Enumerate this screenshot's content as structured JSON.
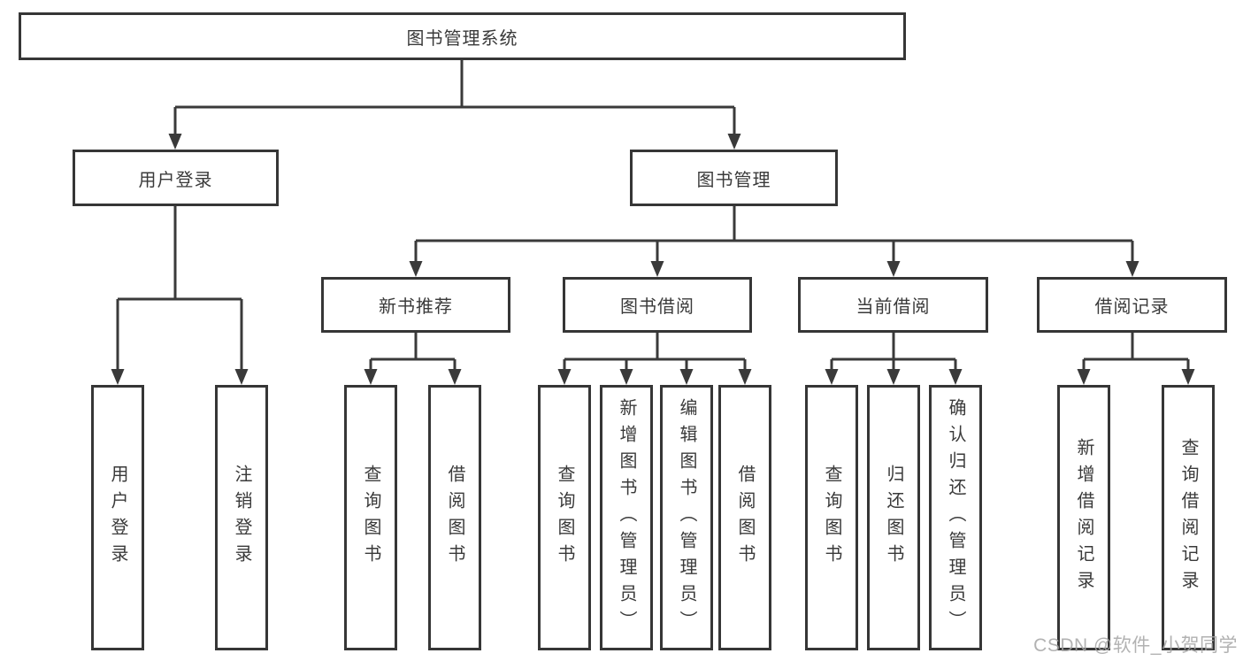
{
  "colors": {
    "line": "#3a3a3a",
    "box_border": "#363636",
    "text": "#3a3a3a",
    "watermark": "#a5a5a5",
    "background": "#ffffff"
  },
  "tree": {
    "root": {
      "label": "图书管理系统"
    },
    "branches": [
      {
        "label": "用户登录",
        "children": [
          {
            "label": "用户登录"
          },
          {
            "label": "注销登录"
          }
        ]
      },
      {
        "label": "图书管理",
        "children": [
          {
            "label": "新书推荐",
            "children": [
              {
                "label": "查询图书"
              },
              {
                "label": "借阅图书"
              }
            ]
          },
          {
            "label": "图书借阅",
            "children": [
              {
                "label": "查询图书"
              },
              {
                "label": "新增图书（管理员）"
              },
              {
                "label": "编辑图书（管理员）"
              },
              {
                "label": "借阅图书"
              }
            ]
          },
          {
            "label": "当前借阅",
            "children": [
              {
                "label": "查询图书"
              },
              {
                "label": "归还图书"
              },
              {
                "label": "确认归还（管理员）"
              }
            ]
          },
          {
            "label": "借阅记录",
            "children": [
              {
                "label": "新增借阅记录"
              },
              {
                "label": "查询借阅记录"
              }
            ]
          }
        ]
      }
    ]
  },
  "watermark": "CSDN @软件_小贺同学"
}
